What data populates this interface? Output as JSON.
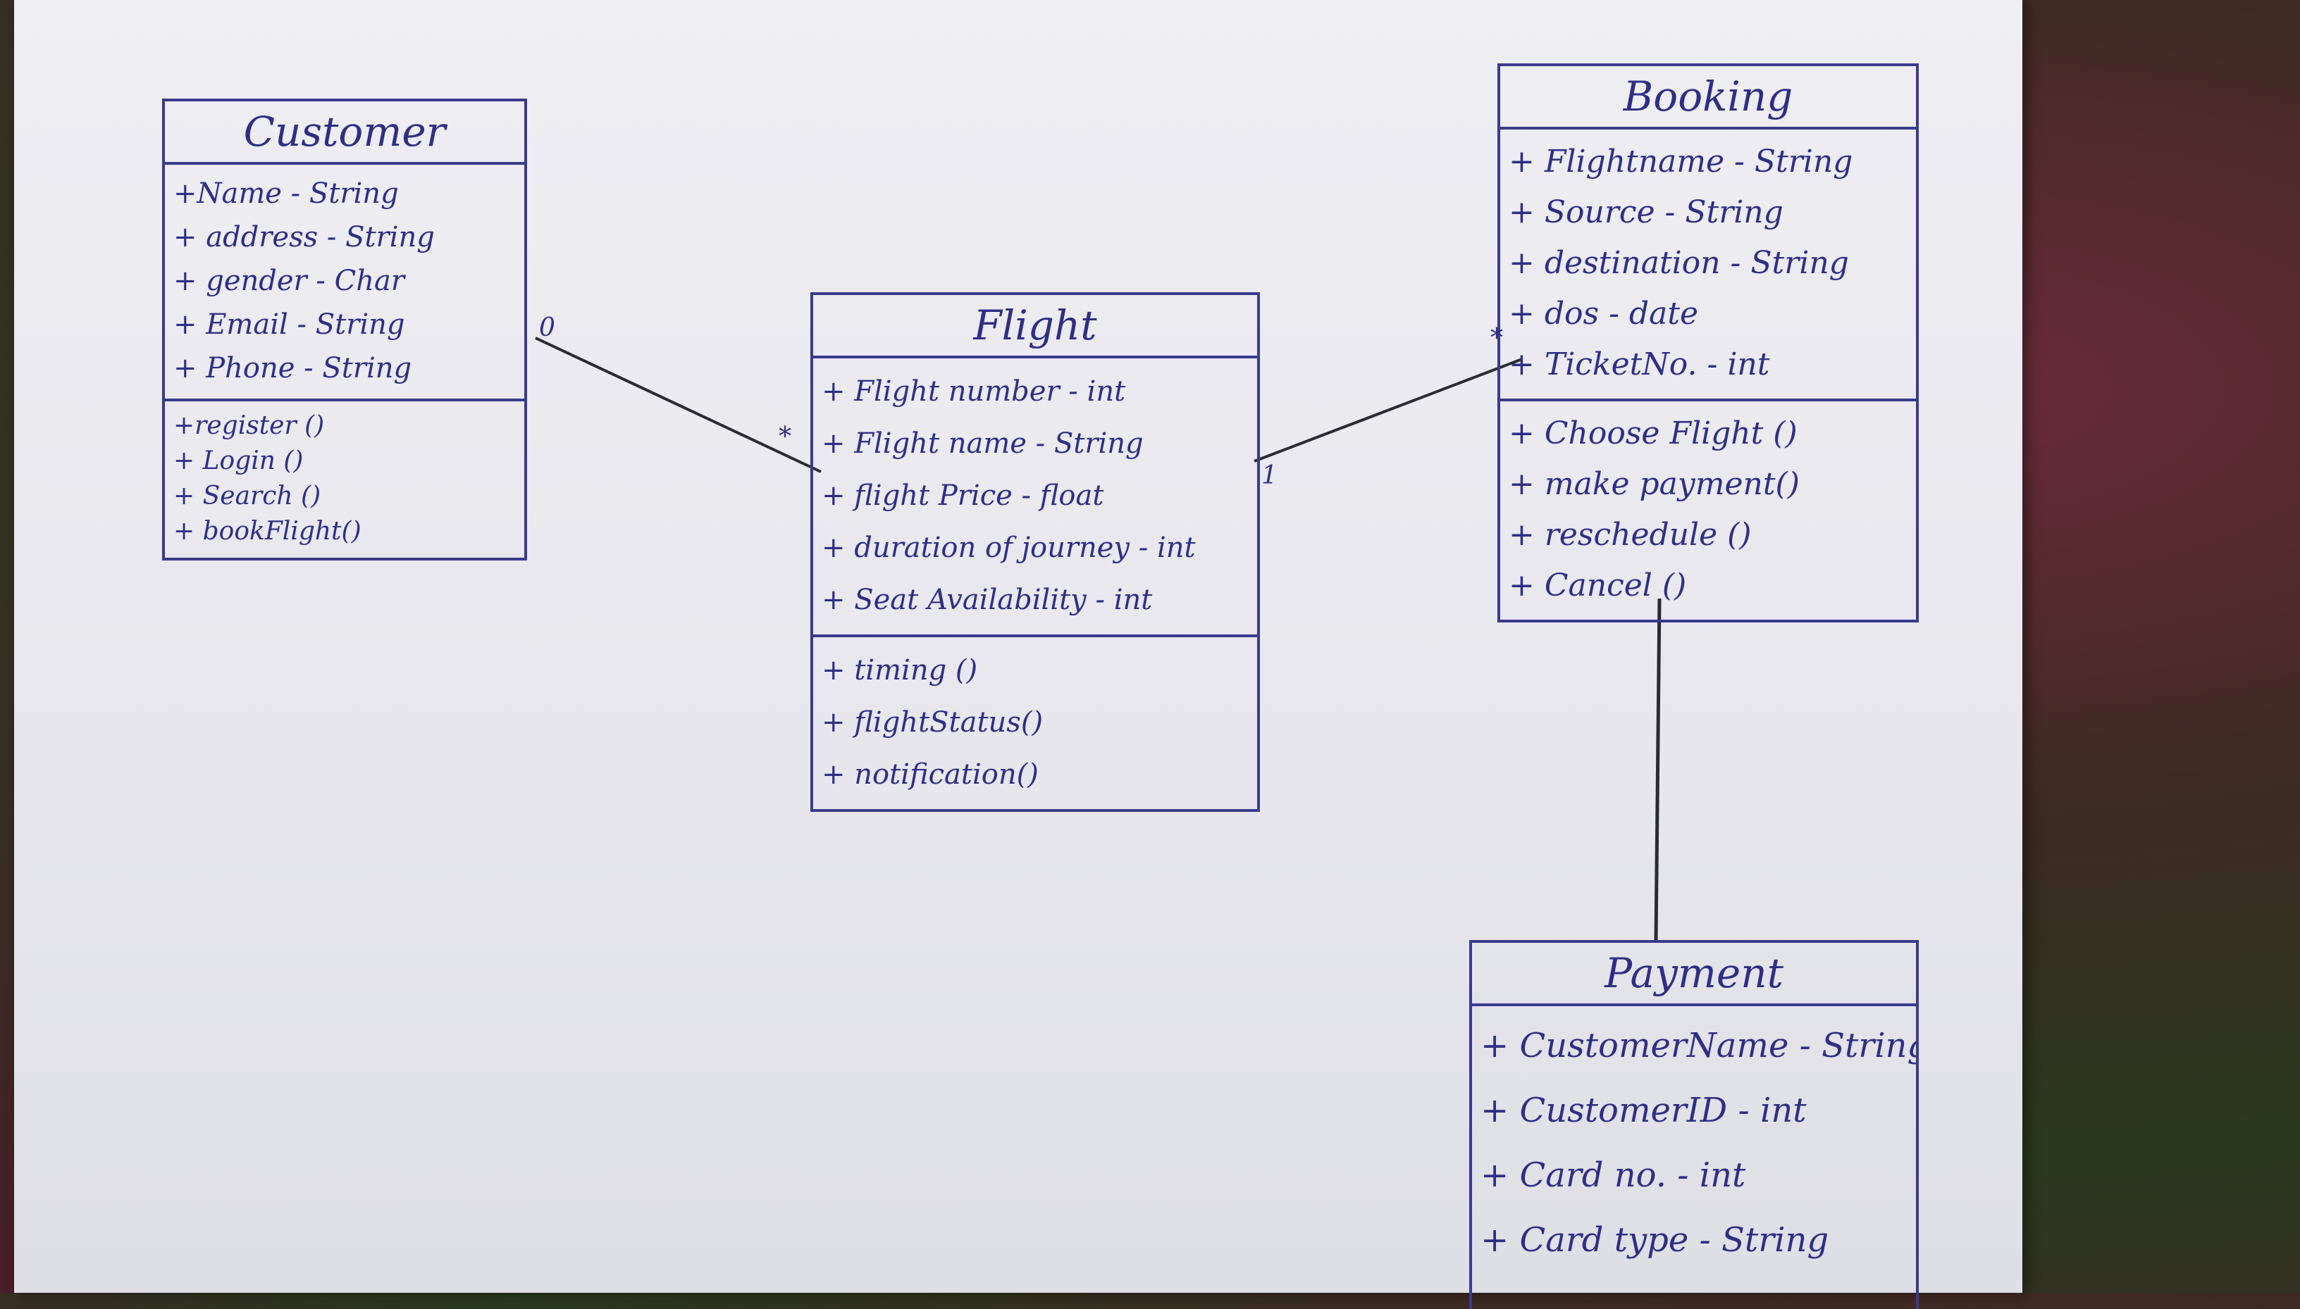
{
  "classes": {
    "customer": {
      "name": "Customer",
      "attributes": [
        "+Name - String",
        "+ address - String",
        "+ gender - Char",
        "+ Email - String",
        "+ Phone - String"
      ],
      "operations": [
        "+register ()",
        "+ Login ()",
        "+ Search ()",
        "+ bookFlight()"
      ]
    },
    "flight": {
      "name": "Flight",
      "attributes": [
        "+ Flight number - int",
        "+ Flight name - String",
        "+ flight Price - float",
        "+ duration of journey - int",
        "+ Seat Availability - int"
      ],
      "operations": [
        "+ timing ()",
        "+ flightStatus()",
        "+ notification()"
      ]
    },
    "booking": {
      "name": "Booking",
      "attributes": [
        "+ Flightname - String",
        "+ Source - String",
        "+ destination - String",
        "+ dos - date",
        "+ TicketNo. - int"
      ],
      "operations": [
        "+ Choose Flight ()",
        "+ make payment()",
        "+ reschedule ()",
        "+ Cancel ()"
      ]
    },
    "payment": {
      "name": "Payment",
      "attributes": [
        "+ CustomerName - String",
        "+ CustomerID - int",
        "+ Card no. - int",
        "+ Card type - String"
      ]
    }
  },
  "multiplicities": {
    "customer_end": "0",
    "flight_left_end": "*",
    "flight_right_end": "1",
    "booking_end": "*"
  }
}
